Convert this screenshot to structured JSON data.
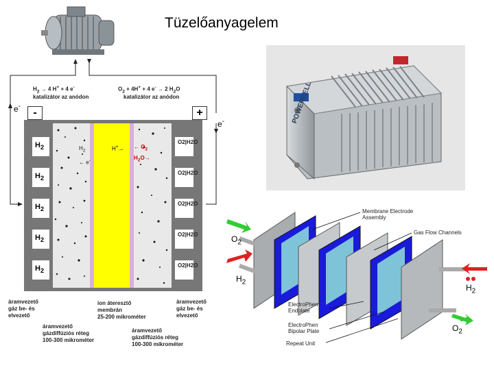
{
  "title": "Tüzelőanyagelem",
  "anode_eq": {
    "h2": "H",
    "sub2": "2",
    "arrow1": "→",
    "rest": "4 H",
    "plus": "+",
    "plus_e": "+ 4 e",
    "minus": "-"
  },
  "cathode_eq": {
    "o2": "O",
    "sub2": "2",
    "plus": "+ 4H",
    "sup": "+",
    "plus2": "+ 4 e",
    "minus": "-",
    "arrow": "→",
    "h2o": "2 H",
    "sub2b": "2",
    "o": "O"
  },
  "catalyst_left": "katalizátor az anódon",
  "catalyst_right": "katalizátor az anódon",
  "electron_left": "e",
  "electron_right": "e",
  "electron_sup": "-",
  "terminal_minus": "-",
  "terminal_plus": "+",
  "left_gas": [
    "H",
    "H",
    "H",
    "H",
    "H"
  ],
  "left_gas_sub": "2",
  "inner_h2": "H",
  "electron_label": "e",
  "proton_label": "H",
  "o2_label": "O",
  "h2o_label": "H",
  "right_gas": [
    "O2|H2O",
    "O2|H2O",
    "O2|H2O",
    "O2|H2O",
    "O2|H2O"
  ],
  "captions": {
    "left_top": [
      "áramvezető",
      "gáz be- és",
      "elvezető"
    ],
    "left_bottom": [
      "áramvezető",
      "gázdiffúziós réteg",
      "100-300 mikrométer"
    ],
    "middle": [
      "ion áteresztő",
      "membrán",
      "25-200 mikrométer"
    ],
    "middle_bottom": [
      "áramvezető",
      "gázdiffúziós réteg",
      "100-300 mikrométer"
    ],
    "right_top": [
      "áramvezető",
      "gáz be- és",
      "elvezető"
    ]
  },
  "device_label": "POWERCELL",
  "exploded": {
    "membrane": [
      "Membrane Electrode",
      "Assembly"
    ],
    "gas_flow": "Gas Flow Channels",
    "endplate": [
      "ElectroPhen",
      "Endplate"
    ],
    "bipolar": [
      "ElectroPhen",
      "Bipolar Plate"
    ],
    "repeat": "Repeat Unit",
    "o2_top": "O",
    "h2_mid": "H",
    "h2_right": "H",
    "o2_bottom": "O",
    "sub": "2"
  },
  "colors": {
    "membrane": "#ffff00",
    "plate": "#808080",
    "pink": "#e8b8e0",
    "red": "#e00000",
    "blue": "#1515c0"
  }
}
